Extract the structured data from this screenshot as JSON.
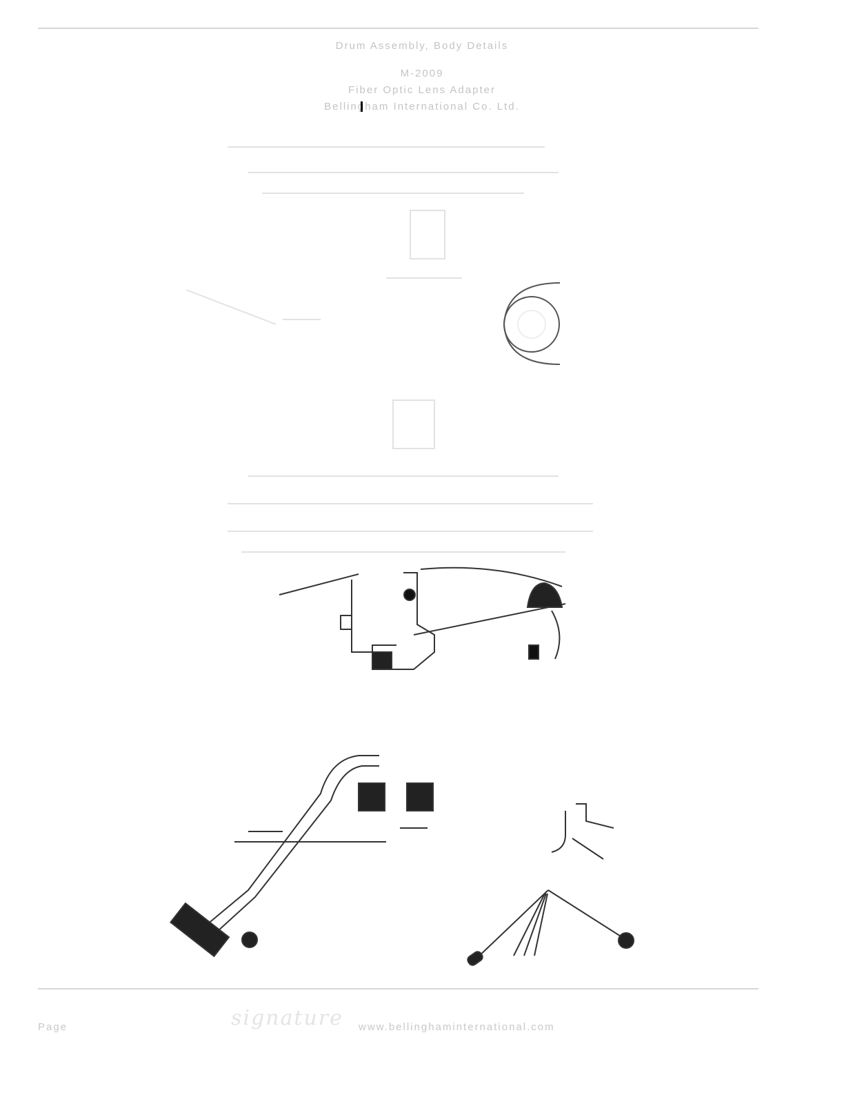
{
  "header": {
    "title": "Drum Assembly, Body Details",
    "part_number": "M-2009",
    "subtitle": "Fiber Optic Lens Adapter",
    "company": "Bellingham International Co. Ltd."
  },
  "footer": {
    "page_label": "Page",
    "signature": "signature",
    "website": "www.bellinghaminternational.com"
  }
}
